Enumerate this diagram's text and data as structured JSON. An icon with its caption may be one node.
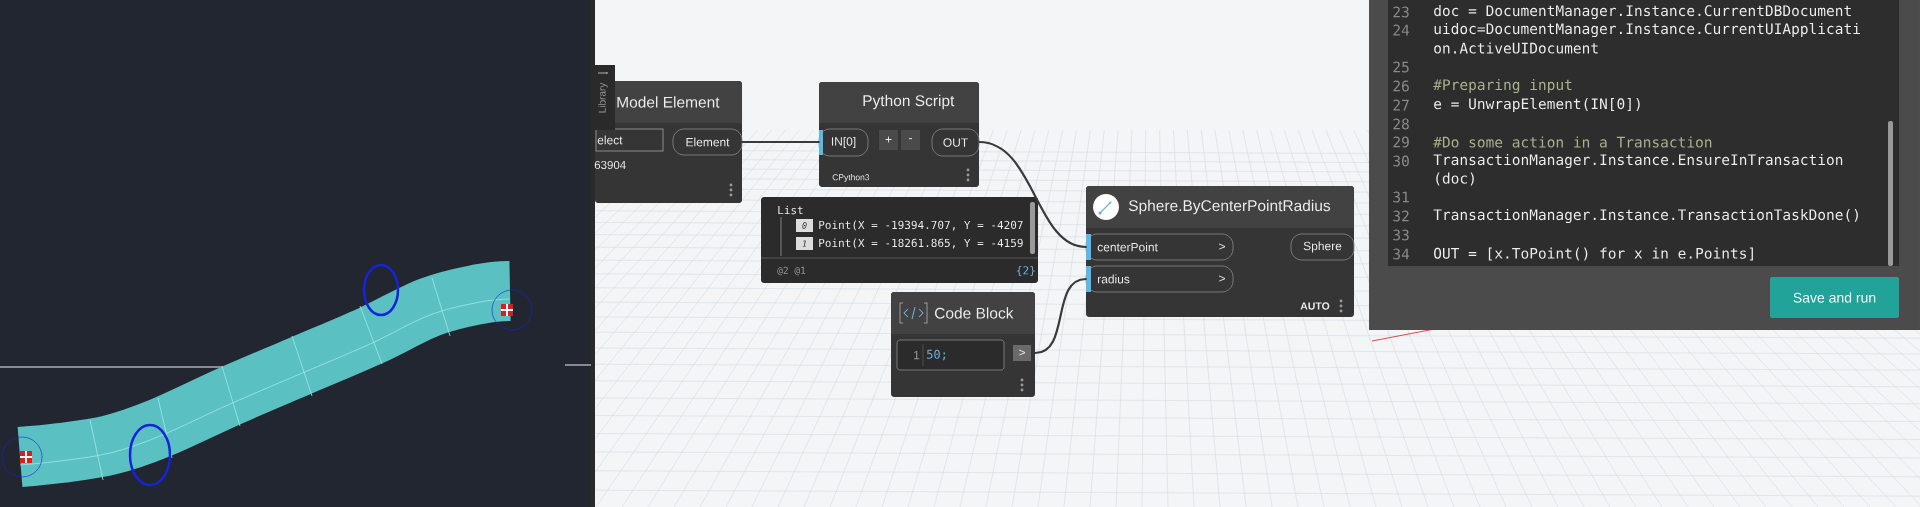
{
  "diagram": {
    "nodes": [
      {
        "text": [
          "Model Element",
          "elect",
          "Element",
          "63904"
        ]
      },
      {
        "text": [
          "Python Script",
          "IN[0]",
          "+",
          "-",
          "OUT",
          "CPython3"
        ]
      },
      {
        "text": [
          "List",
          "0",
          "Point(X = -19394.707, Y = -4207",
          "1",
          "Point(X = -18261.865, Y = -4159",
          "@2 @1",
          "{2}"
        ]
      },
      {
        "text": [
          "Sphere.ByCenterPointRadius",
          "centerPoint",
          ">",
          "radius",
          ">",
          "Sphere",
          "AUTO"
        ]
      },
      {
        "text": [
          "Code Block",
          "1",
          "50;",
          ">"
        ]
      }
    ],
    "edges": [
      {
        "from": 0,
        "to": 1,
        "arrow": "none"
      },
      {
        "from": 1,
        "to": 3,
        "arrow": "none"
      },
      {
        "from": 4,
        "to": 3,
        "arrow": "none"
      }
    ],
    "labels": [
      "Library",
      "23",
      "doc = DocumentManager.Instance.CurrentDBDocument",
      "24",
      "uidoc=DocumentManager.Instance.CurrentUIApplicati",
      "on.ActiveUIDocument",
      "25",
      "26",
      "#Preparing input",
      "27",
      "e = UnwrapElement(IN[0])",
      "28",
      "29",
      "#Do some action in a Transaction",
      "30",
      "TransactionManager.Instance.EnsureInTransaction",
      "(doc)",
      "31",
      "32",
      "TransactionManager.Instance.TransactionTaskDone()",
      "33",
      "34",
      "OUT = [x.ToPoint() for x in e.Points]",
      "Save and run"
    ]
  }
}
